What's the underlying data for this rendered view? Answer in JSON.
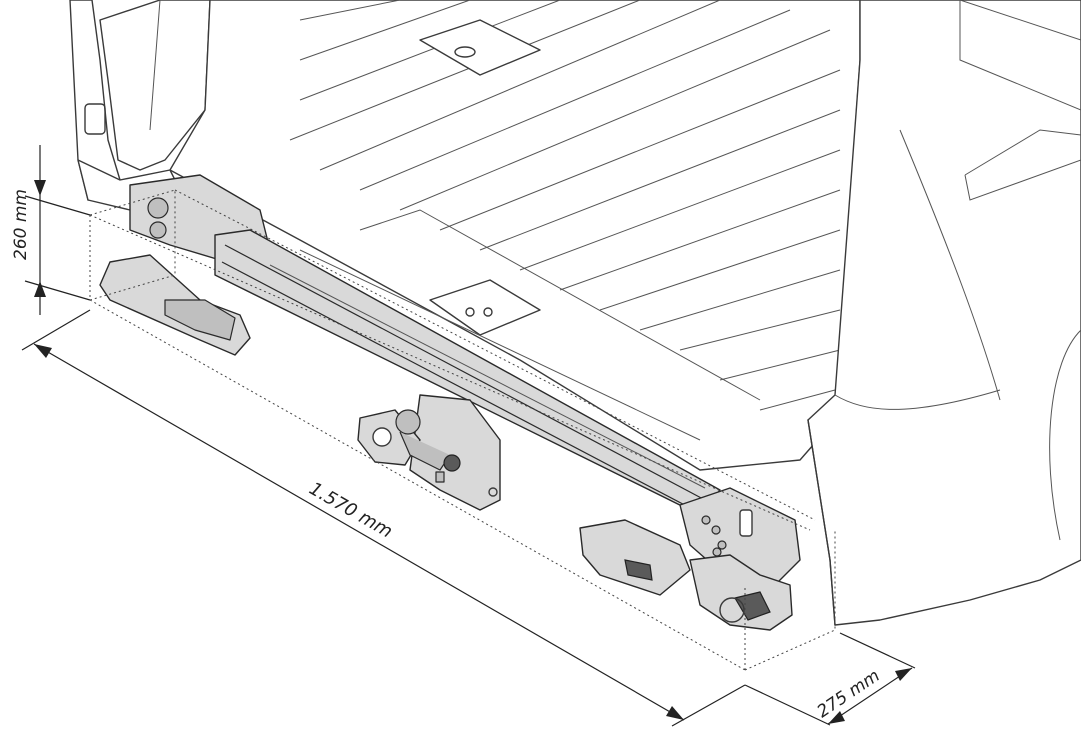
{
  "dimensions": {
    "width_label": "1.570 mm",
    "height_label": "260 mm",
    "depth_label": "275 mm"
  },
  "colors": {
    "line": "#3a3a3a",
    "component_fill": "#d9d9d9",
    "background": "#ffffff"
  }
}
